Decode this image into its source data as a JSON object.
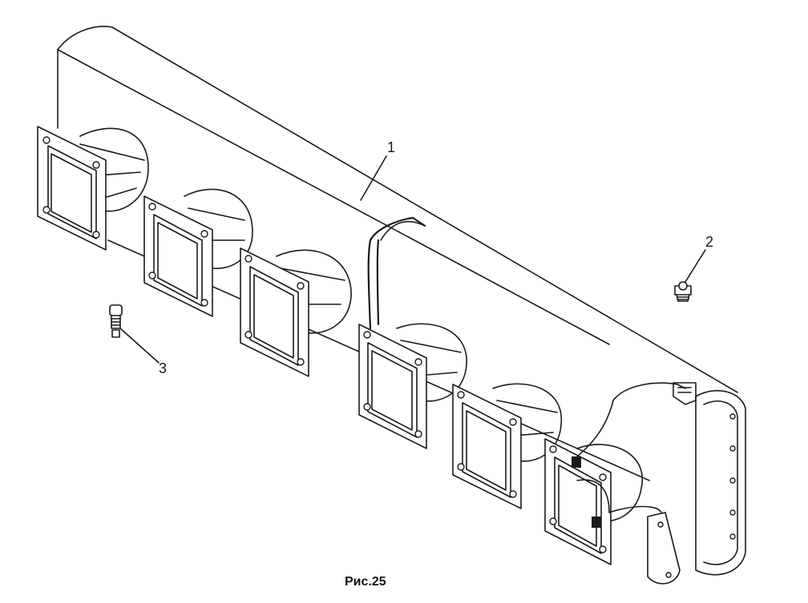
{
  "callouts": {
    "part1": "1",
    "part2": "2",
    "part3": "3"
  },
  "caption": "Рис.25",
  "colors": {
    "ink": "#1a1a1a",
    "paper": "#ffffff"
  }
}
